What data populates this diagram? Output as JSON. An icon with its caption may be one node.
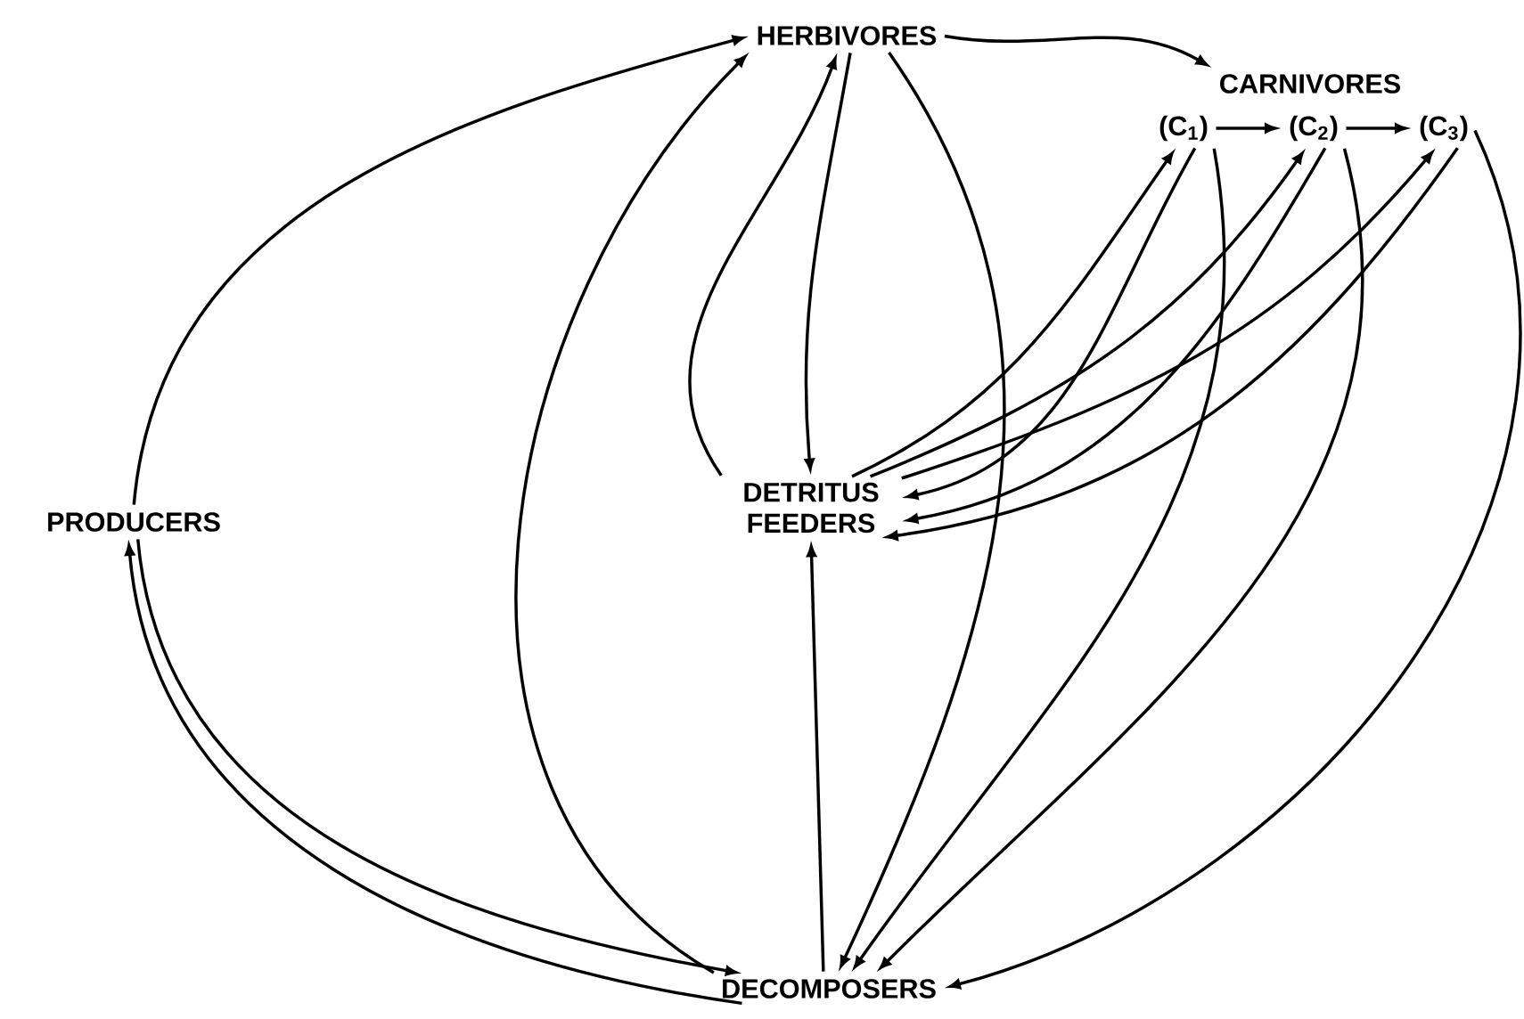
{
  "diagram": {
    "nodes": [
      {
        "text": [
          "HERBIVORES"
        ]
      },
      {
        "text": [
          "CARNIVORES"
        ]
      },
      {
        "text": [
          "(C$_{1}$)"
        ]
      },
      {
        "text": [
          "(C$_{2}$)"
        ]
      },
      {
        "text": [
          "(C$_{3}$)"
        ]
      },
      {
        "text": [
          "PRODUCERS"
        ]
      },
      {
        "text": [
          "DETRITUS FEEDERS"
        ]
      },
      {
        "text": [
          "DECOMPOSERS"
        ]
      }
    ],
    "edges": [
      {
        "from": 0,
        "to": 1,
        "arrow": "to"
      },
      {
        "from": 5,
        "to": 0,
        "arrow": "to"
      },
      {
        "from": 7,
        "to": 0,
        "arrow": "to"
      },
      {
        "from": 6,
        "to": 0,
        "arrow": "to"
      },
      {
        "from": 0,
        "to": 6,
        "arrow": "to"
      },
      {
        "from": 0,
        "to": 7,
        "arrow": "to"
      },
      {
        "from": 5,
        "to": 7,
        "arrow": "to"
      },
      {
        "from": 7,
        "to": 5,
        "arrow": "to"
      },
      {
        "from": 7,
        "to": 6,
        "arrow": "to"
      },
      {
        "from": 6,
        "to": 2,
        "arrow": "to"
      },
      {
        "from": 2,
        "to": 6,
        "arrow": "to"
      },
      {
        "from": 6,
        "to": 3,
        "arrow": "to"
      },
      {
        "from": 3,
        "to": 6,
        "arrow": "to"
      },
      {
        "from": 6,
        "to": 4,
        "arrow": "to"
      },
      {
        "from": 4,
        "to": 6,
        "arrow": "to"
      },
      {
        "from": 2,
        "to": 7,
        "arrow": "to"
      },
      {
        "from": 3,
        "to": 7,
        "arrow": "to"
      },
      {
        "from": 4,
        "to": 7,
        "arrow": "to"
      },
      {
        "from": 2,
        "to": 3,
        "arrow": "to"
      },
      {
        "from": 3,
        "to": 4,
        "arrow": "to"
      }
    ]
  }
}
